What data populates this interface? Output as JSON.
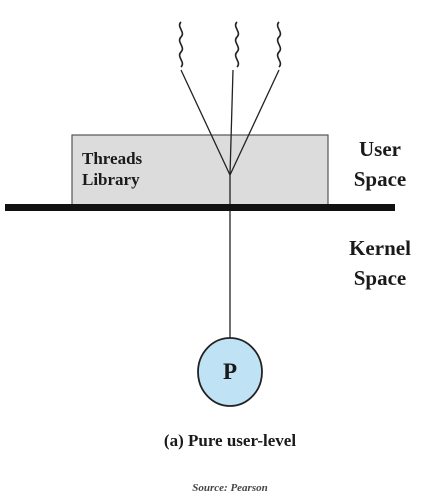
{
  "diagram": {
    "library_box": {
      "line1": "Threads",
      "line2": "Library"
    },
    "user_space": {
      "line1": "User",
      "line2": "Space"
    },
    "kernel_space": {
      "line1": "Kernel",
      "line2": "Space"
    },
    "process_label": "P",
    "caption": "(a) Pure user-level",
    "source": "Source: Pearson"
  },
  "colors": {
    "library_box_fill": "#dcdcdc",
    "process_fill": "#bfe3f5",
    "line": "#222222",
    "divider": "#111111"
  }
}
